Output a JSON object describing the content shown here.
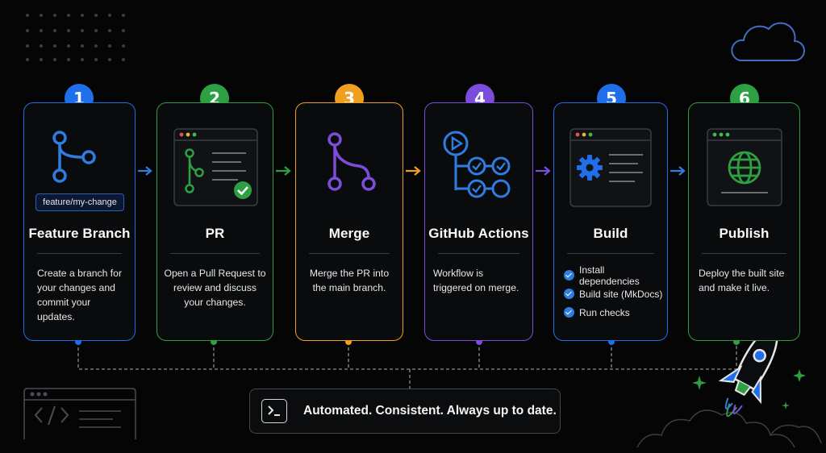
{
  "steps": [
    {
      "number": "1",
      "title": "Feature Branch",
      "branch_label": "feature/my-change",
      "desc": "Create a branch for your changes and commit your updates.",
      "color": "#1f6feb",
      "icon": "git-branch-icon"
    },
    {
      "number": "2",
      "title": "PR",
      "desc": "Open a Pull Request to review and discuss your changes.",
      "color": "#2ea043",
      "icon": "pull-request-window-icon"
    },
    {
      "number": "3",
      "title": "Merge",
      "desc": "Merge the PR into the main branch.",
      "color": "#f0a020",
      "icon": "git-merge-icon"
    },
    {
      "number": "4",
      "title": "GitHub Actions",
      "desc": "Workflow is triggered on merge.",
      "color": "#7c4ddb",
      "icon": "workflow-play-icon"
    },
    {
      "number": "5",
      "title": "Build",
      "checks": [
        "Install dependencies",
        "Build site (MkDocs)",
        "Run checks"
      ],
      "color": "#1f6feb",
      "icon": "gear-window-icon"
    },
    {
      "number": "6",
      "title": "Publish",
      "desc": "Deploy the built site and make it live.",
      "color": "#2ea043",
      "icon": "globe-window-icon"
    }
  ],
  "footer": {
    "tagline": "Automated. Consistent. Always up to date.",
    "icon": "terminal-icon"
  },
  "decor": [
    "cloud-icon",
    "rocket-icon",
    "code-window-icon",
    "dot-grid"
  ]
}
